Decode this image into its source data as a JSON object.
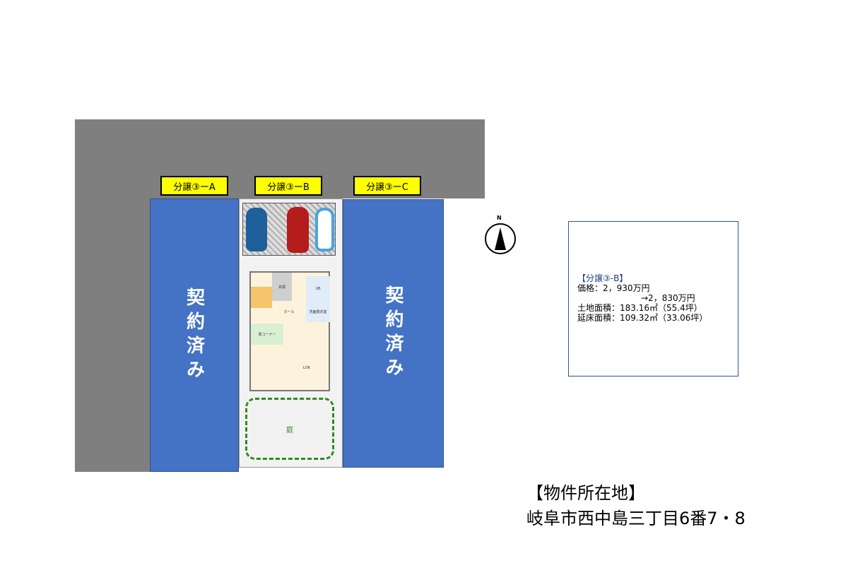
{
  "lots": [
    {
      "tag": "分譲③ーA",
      "status": "契約済み"
    },
    {
      "tag": "分譲③ーB",
      "garden": "庭"
    },
    {
      "tag": "分譲③ーC",
      "status": "契約済み"
    }
  ],
  "floor_plan": {
    "rooms": [
      "玄関",
      "ホール",
      "洗面脱衣室",
      "UB",
      "畳コーナー",
      "LDK"
    ]
  },
  "compass": {
    "label": "N"
  },
  "info": {
    "title": "【分譲③-B】",
    "price": "価格：2，930万円",
    "new_price": "→2，830万円",
    "land_area": "土地面積：183.16㎡（55.4坪）",
    "floor_area": "延床面積：109.32㎡（33.06坪）"
  },
  "location": {
    "heading": "【物件所在地】",
    "address": "岐阜市西中島三丁目6番7・8"
  },
  "colors": {
    "road": "#7f7f7f",
    "sold": "#4472c4",
    "tag": "#ffff00",
    "garden": "#2e8b22"
  }
}
